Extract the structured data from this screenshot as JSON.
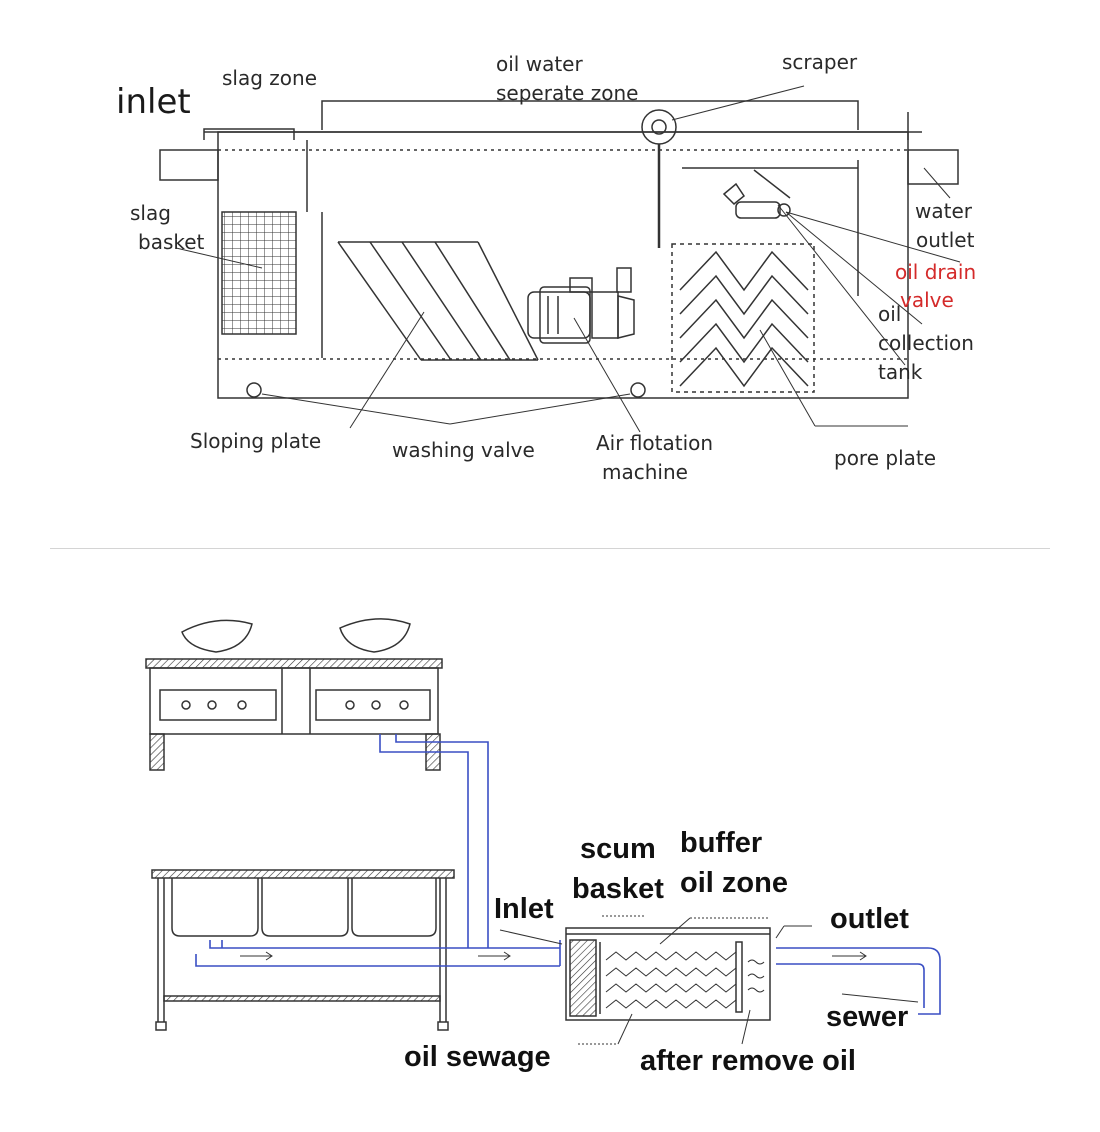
{
  "top_diagram": {
    "labels": {
      "inlet": "inlet",
      "slag_zone": "slag zone",
      "oil_water_1": "oil water",
      "oil_water_2": "seperate zone",
      "scraper": "scraper",
      "slag_basket_1": "slag",
      "slag_basket_2": "basket",
      "water_outlet_1": "water",
      "water_outlet_2": "outlet",
      "oil_drain_1": "oil drain",
      "oil_drain_2": "valve",
      "oil_tank_1": "oil",
      "oil_tank_2": "collection",
      "oil_tank_3": "tank",
      "sloping_plate": "Sloping plate",
      "washing_valve": "washing valve",
      "air_flotation_1": "Air flotation",
      "air_flotation_2": "machine",
      "pore_plate": "pore plate"
    }
  },
  "bottom_diagram": {
    "labels": {
      "scum_basket_1": "scum",
      "scum_basket_2": "basket",
      "buffer_1": "buffer",
      "buffer_2": "oil zone",
      "inlet": "Inlet",
      "outlet": "outlet",
      "sewer": "sewer",
      "oil_sewage": "oil sewage",
      "after_remove_oil": "after remove oil"
    }
  },
  "colors": {
    "line": "#333333",
    "pipe": "#3a4fc4",
    "highlight": "#d42a2a"
  }
}
